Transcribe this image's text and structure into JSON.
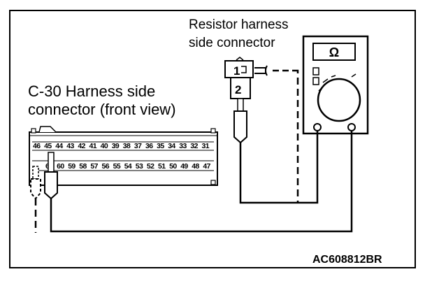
{
  "labels": {
    "resistor_line1": "Resistor harness",
    "resistor_line2": "side connector",
    "c30_line1": "C-30 Harness side",
    "c30_line2": "connector (front view)",
    "figure_code": "AC608812BR"
  },
  "resistor_connector": {
    "pin_top": "1",
    "pin_bottom": "2"
  },
  "c30_connector": {
    "row_top": [
      "46",
      "45",
      "44",
      "43",
      "42",
      "41",
      "40",
      "39",
      "38",
      "37",
      "36",
      "35",
      "34",
      "33",
      "32",
      "31"
    ],
    "row_bottom": [
      "61",
      "60",
      "59",
      "58",
      "57",
      "56",
      "55",
      "54",
      "53",
      "52",
      "51",
      "50",
      "49",
      "48",
      "47"
    ]
  },
  "meter": {
    "display_symbol": "Ω"
  }
}
